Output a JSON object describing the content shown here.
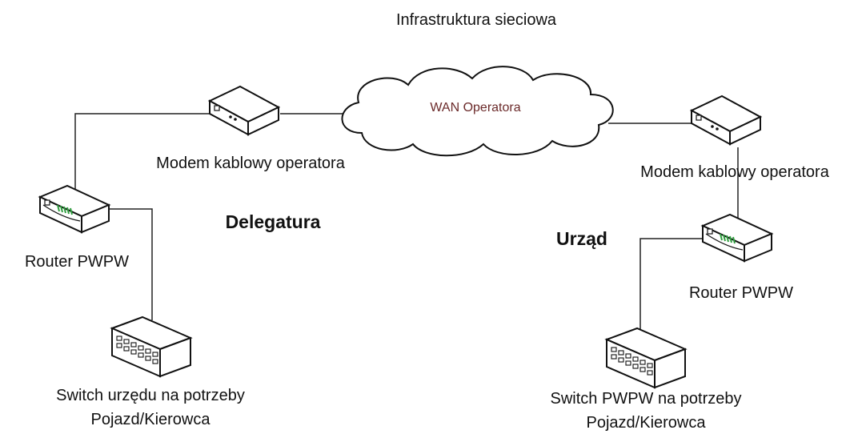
{
  "title": "Infrastruktura sieciowa",
  "cloud": {
    "label": "WAN Operatora",
    "icon": "cloud-icon"
  },
  "sites": {
    "delegatura": {
      "name": "Delegatura",
      "modem": {
        "label": "Modem kablowy operatora",
        "icon": "cable-modem-icon"
      },
      "router": {
        "label": "Router PWPW",
        "icon": "router-icon"
      },
      "switch": {
        "label_line1": "Switch urzędu na potrzeby",
        "label_line2": "Pojazd/Kierowca",
        "icon": "switch-icon"
      }
    },
    "urzad": {
      "name": "Urząd",
      "modem": {
        "label": "Modem kablowy operatora",
        "icon": "cable-modem-icon"
      },
      "router": {
        "label": "Router PWPW",
        "icon": "router-icon"
      },
      "switch": {
        "label_line1": "Switch PWPW na potrzeby",
        "label_line2": "Pojazd/Kierowca",
        "icon": "switch-icon"
      }
    }
  },
  "colors": {
    "line": "#222222",
    "cloud_text": "#6b2a2a",
    "device_face": "#f2f2f2",
    "router_leds": "#2e9e3e"
  }
}
